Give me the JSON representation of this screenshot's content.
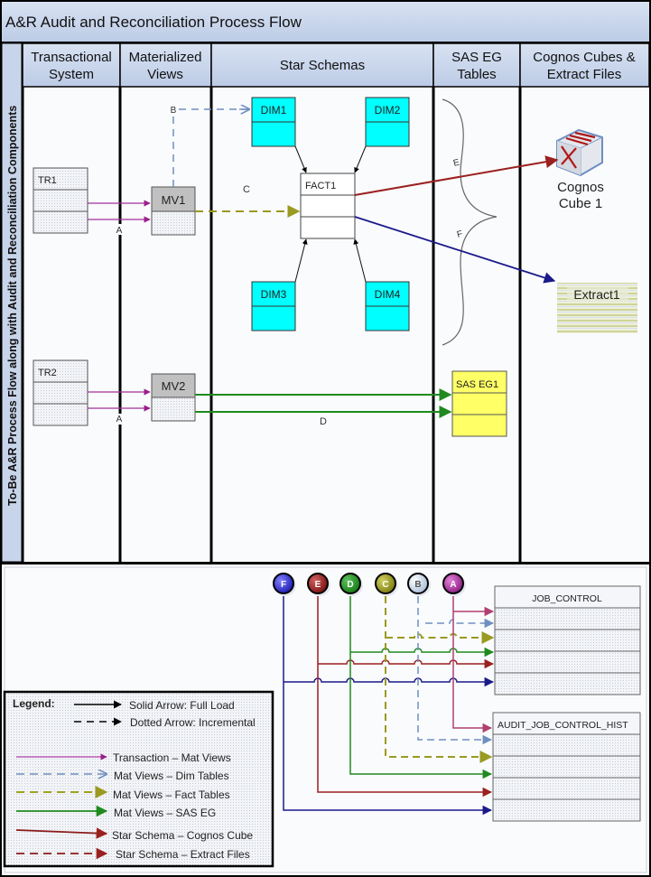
{
  "title": "A&R Audit and Reconciliation Process Flow",
  "side_label": "To-Be A&R Process Flow along with Audit and Reconciliation Components",
  "lanes": [
    {
      "line1": "Transactional",
      "line2": "System"
    },
    {
      "line1": "Materialized",
      "line2": "Views"
    },
    {
      "line1": "Star Schemas",
      "line2": ""
    },
    {
      "line1": "SAS EG",
      "line2": "Tables"
    },
    {
      "line1": "Cognos Cubes &",
      "line2": "Extract Files"
    }
  ],
  "entities": {
    "tr1": "TR1",
    "tr2": "TR2",
    "mv1": "MV1",
    "mv2": "MV2",
    "dim1": "DIM1",
    "dim2": "DIM2",
    "dim3": "DIM3",
    "dim4": "DIM4",
    "fact1": "FACT1",
    "saseg1": "SAS EG1",
    "cognos_line1": "Cognos",
    "cognos_line2": "Cube 1",
    "extract1": "Extract1"
  },
  "flow_labels": {
    "a1": "A",
    "a2": "A",
    "b": "B",
    "c": "C",
    "d": "D",
    "e": "E",
    "f": "F"
  },
  "connectors": [
    {
      "letter": "F",
      "color": "#1a1aa8"
    },
    {
      "letter": "E",
      "color": "#8b1a1a"
    },
    {
      "letter": "D",
      "color": "#1f8a1f"
    },
    {
      "letter": "C",
      "color": "#8f8f10"
    },
    {
      "letter": "B",
      "color": "#b8c8e0"
    },
    {
      "letter": "A",
      "color": "#9a1f8a"
    }
  ],
  "tables": {
    "job_control": "JOB_CONTROL",
    "audit_hist": "AUDIT_JOB_CONTROL_HIST"
  },
  "legend": {
    "title": "Legend:",
    "solid": "Solid Arrow: Full Load",
    "dotted": "Dotted Arrow: Incremental",
    "items": [
      {
        "label": "Transaction – Mat Views",
        "color": "#b040a8",
        "dashed": false
      },
      {
        "label": "Mat Views – Dim Tables",
        "color": "#6f8fc0",
        "dashed": true
      },
      {
        "label": "Mat Views – Fact Tables",
        "color": "#a0a020",
        "dashed": true
      },
      {
        "label": "Mat Views – SAS EG",
        "color": "#1f8a1f",
        "dashed": false
      },
      {
        "label": "Star Schema – Cognos Cube",
        "color": "#8b1a1a",
        "dashed": false
      },
      {
        "label": "Star Schema – Extract Files",
        "color": "#8b1a1a",
        "dashed": true
      }
    ]
  },
  "colors": {
    "header_bg": "#c8d4ea",
    "dim_fill": "#00ffff",
    "sas_fill": "#ffff66",
    "mv_header": "#c0c0c0",
    "flow_e": "#9b2020",
    "flow_f": "#1a1a8a",
    "flow_d": "#1f8a1f",
    "flow_c": "#9a9a20",
    "flow_b": "#6f8fc0",
    "flow_a": "#a0309a"
  }
}
